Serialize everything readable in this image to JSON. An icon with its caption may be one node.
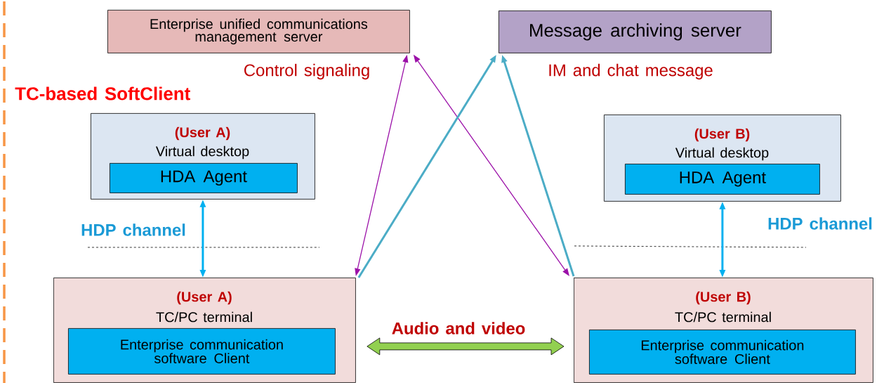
{
  "diagram": {
    "nodes": [
      {
        "text": [
          "Enterprise unified communications management server"
        ]
      },
      {
        "text": [
          "Message archiving server"
        ]
      },
      {
        "text": [
          "(User A)",
          "Virtual desktop"
        ]
      },
      {
        "text": [
          "HDA Agent"
        ],
        "in": 2
      },
      {
        "text": [
          "(User B)",
          "Virtual desktop"
        ]
      },
      {
        "text": [
          "HDA Agent"
        ],
        "in": 4
      },
      {
        "text": [
          "(User A)",
          "TC/PC terminal"
        ]
      },
      {
        "text": [
          "Enterprise communication software Client"
        ],
        "in": 6
      },
      {
        "text": [
          "(User B)",
          "TC/PC terminal"
        ]
      },
      {
        "text": [
          "Enterprise communication software Client"
        ],
        "in": 8
      }
    ],
    "edges": [
      {
        "from": 6,
        "to": 0,
        "arrow": "both",
        "color": "#9b10a8"
      },
      {
        "from": 8,
        "to": 0,
        "arrow": "both",
        "color": "#9b10a8"
      },
      {
        "from": 6,
        "to": 1,
        "arrow": "to",
        "color": "#4bacc6"
      },
      {
        "from": 8,
        "to": 1,
        "arrow": "to",
        "color": "#4bacc6"
      },
      {
        "from": 2,
        "to": 6,
        "arrow": "both",
        "label": "HDP channel",
        "color": "#00b0f0"
      },
      {
        "from": 4,
        "to": 8,
        "arrow": "both",
        "label": "HDP channel",
        "color": "#00b0f0"
      },
      {
        "from": 6,
        "to": 8,
        "arrow": "both",
        "label": "Audio and video",
        "color": "#92d050"
      }
    ],
    "labels": [
      "TC-based SoftClient",
      "Control signaling",
      "IM and chat message"
    ]
  }
}
